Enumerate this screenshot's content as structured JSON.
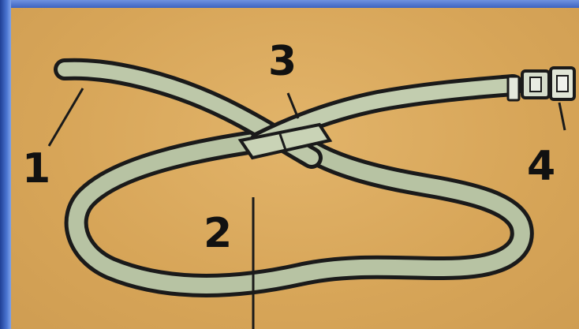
{
  "diagram": {
    "labels": [
      "1",
      "2",
      "3",
      "4"
    ]
  },
  "colors": {
    "background": "#d9a95c",
    "belt_fill": "#b9c4a6",
    "belt_outline": "#1a1a1a",
    "frame": "#2a4fa8"
  }
}
